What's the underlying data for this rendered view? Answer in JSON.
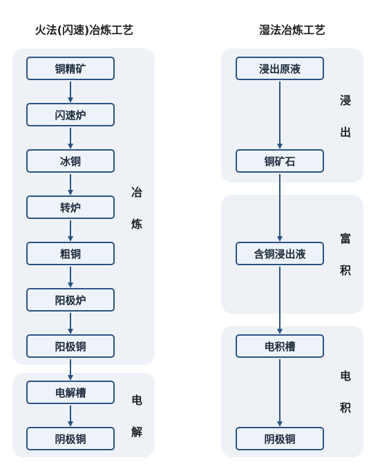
{
  "left": {
    "title": "火法(闪速)冶炼工艺",
    "nodes": [
      "铜精矿",
      "闪速炉",
      "冰铜",
      "转炉",
      "粗铜",
      "阳极炉",
      "阳极铜",
      "电解槽",
      "阴极铜"
    ],
    "stages": [
      {
        "chars": [
          "冶",
          "炼"
        ]
      },
      {
        "chars": [
          "电",
          "解"
        ]
      }
    ]
  },
  "right": {
    "title": "湿法冶炼工艺",
    "nodes": [
      "浸出原液",
      "铜矿石",
      "含铜浸出液",
      "电积槽",
      "阴极铜"
    ],
    "stages": [
      {
        "chars": [
          "浸",
          "出"
        ]
      },
      {
        "chars": [
          "富",
          "积"
        ]
      },
      {
        "chars": [
          "电",
          "积"
        ]
      }
    ]
  },
  "colors": {
    "panel": "#eef2f7",
    "node_border": "#2b5281",
    "arrow": "#2b5281"
  }
}
